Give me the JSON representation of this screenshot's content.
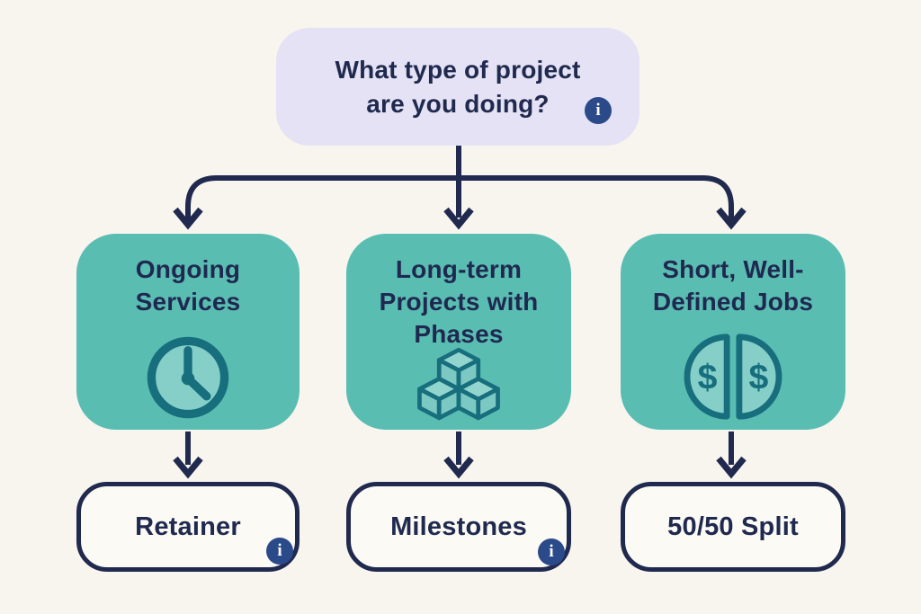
{
  "question": {
    "text": "What type of project\nare you doing?"
  },
  "branches": [
    {
      "category": "Ongoing\nServices",
      "icon": "clock-icon",
      "result": "Retainer",
      "result_has_info_badge": true
    },
    {
      "category": "Long-term\nProjects with\nPhases",
      "icon": "cubes-icon",
      "result": "Milestones",
      "result_has_info_badge": true
    },
    {
      "category": "Short, Well-\nDefined Jobs",
      "icon": "split-coins-icon",
      "result": "50/50 Split",
      "result_has_info_badge": false
    }
  ],
  "info_badge_glyph": "i",
  "colors": {
    "background": "#f8f5ef",
    "question_fill": "#e4e2f4",
    "category_fill": "#5abdb2",
    "result_fill": "#fcfaf5",
    "navy_text_and_lines": "#20294e",
    "icon_dark_teal": "#176e7d",
    "icon_light_teal": "#86cfc9",
    "info_badge_fill": "#2b4a8a"
  }
}
